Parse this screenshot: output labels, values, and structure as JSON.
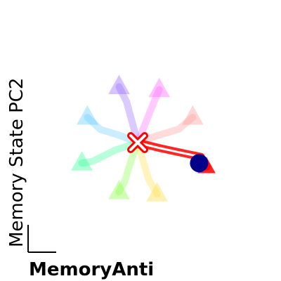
{
  "chart_data": {
    "type": "line",
    "title": "",
    "xlabel": "MemoryAnti",
    "ylabel": "Memory State PC2",
    "xlim": [
      -3.2,
      3.2
    ],
    "ylim": [
      -3.2,
      3.2
    ],
    "grid": false,
    "legend": "none",
    "origin": {
      "x": 0,
      "y": 0
    },
    "series": [
      {
        "color": "#ff0000",
        "highlighted": true,
        "x": [
          0,
          0.6,
          1.3,
          1.7,
          1.85
        ],
        "y": [
          0,
          -0.15,
          -0.3,
          -0.38,
          -0.65
        ]
      },
      {
        "color": "#ff9999",
        "highlighted": false,
        "x": [
          0,
          0.5,
          1.1,
          1.48
        ],
        "y": [
          0,
          0.18,
          0.36,
          0.68
        ]
      },
      {
        "color": "#ff66ff",
        "highlighted": false,
        "x": [
          0,
          0.2,
          0.4,
          0.58
        ],
        "y": [
          0,
          0.5,
          1.0,
          1.42
        ]
      },
      {
        "color": "#9966ff",
        "highlighted": false,
        "x": [
          0,
          -0.15,
          -0.3,
          -0.5
        ],
        "y": [
          0,
          0.55,
          1.1,
          1.5
        ]
      },
      {
        "color": "#66ccff",
        "highlighted": false,
        "x": [
          0,
          -0.5,
          -1.0,
          -1.35
        ],
        "y": [
          0,
          0.2,
          0.35,
          0.68
        ]
      },
      {
        "color": "#33ff99",
        "highlighted": false,
        "x": [
          0,
          -0.6,
          -1.2,
          -1.5
        ],
        "y": [
          0,
          -0.2,
          -0.5,
          -0.55
        ]
      },
      {
        "color": "#88ff44",
        "highlighted": false,
        "x": [
          0,
          -0.2,
          -0.35,
          -0.5
        ],
        "y": [
          0,
          -0.55,
          -1.05,
          -1.32
        ]
      },
      {
        "color": "#ffdd44",
        "highlighted": false,
        "x": [
          0,
          0.15,
          0.3,
          0.52
        ],
        "y": [
          0,
          -0.5,
          -1.0,
          -1.38
        ]
      }
    ],
    "final_state": {
      "x": 1.65,
      "y": -0.55,
      "color": "#00008b"
    }
  }
}
